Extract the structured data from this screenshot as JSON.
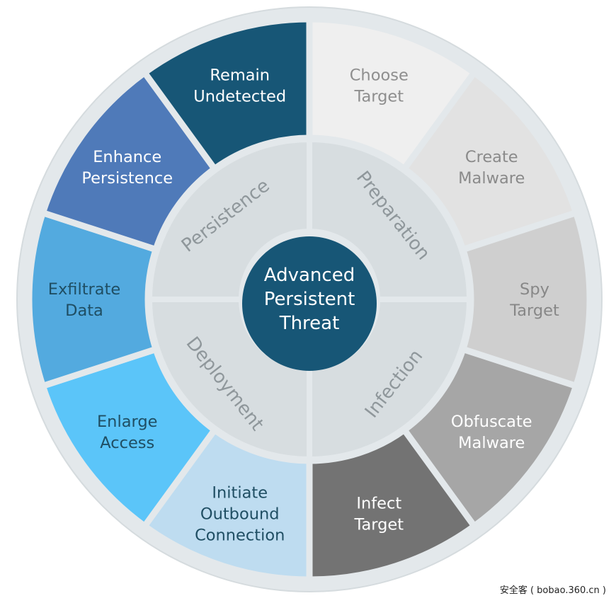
{
  "center": {
    "lines": [
      "Advanced",
      "Persistent",
      "Threat"
    ],
    "color": "#175676"
  },
  "phases": [
    {
      "id": "preparation",
      "label": "Preparation"
    },
    {
      "id": "infection",
      "label": "Infection"
    },
    {
      "id": "deployment",
      "label": "Deployment"
    },
    {
      "id": "persistence",
      "label": "Persistence"
    }
  ],
  "segments": [
    {
      "id": "choose-target",
      "lines": [
        "Choose",
        "Target"
      ],
      "fill": "#efefef",
      "text_color": "#8e8e8e"
    },
    {
      "id": "create-malware",
      "lines": [
        "Create",
        "Malware"
      ],
      "fill": "#e2e2e2",
      "text_color": "#8a8a8a"
    },
    {
      "id": "spy-target",
      "lines": [
        "Spy",
        "Target"
      ],
      "fill": "#cfcfcf",
      "text_color": "#878787"
    },
    {
      "id": "obfuscate-malware",
      "lines": [
        "Obfuscate",
        "Malware"
      ],
      "fill": "#a6a6a6",
      "text_color": "#ffffff"
    },
    {
      "id": "infect-target",
      "lines": [
        "Infect",
        "Target"
      ],
      "fill": "#737373",
      "text_color": "#ffffff"
    },
    {
      "id": "initiate-outbound-connection",
      "lines": [
        "Initiate",
        "Outbound",
        "Connection"
      ],
      "fill": "#bedcf0",
      "text_color": "#1f4e63"
    },
    {
      "id": "enlarge-access",
      "lines": [
        "Enlarge",
        "Access"
      ],
      "fill": "#5bc5f9",
      "text_color": "#1f4e63"
    },
    {
      "id": "exfiltrate-data",
      "lines": [
        "Exfiltrate",
        "Data"
      ],
      "fill": "#53aadf",
      "text_color": "#1f4e63"
    },
    {
      "id": "enhance-persistence",
      "lines": [
        "Enhance",
        "Persistence"
      ],
      "fill": "#4f7ab9",
      "text_color": "#ffffff"
    },
    {
      "id": "remain-undetected",
      "lines": [
        "Remain",
        "Undetected"
      ],
      "fill": "#175676",
      "text_color": "#ffffff"
    }
  ],
  "watermark": "安全客 ( bobao.360.cn )"
}
